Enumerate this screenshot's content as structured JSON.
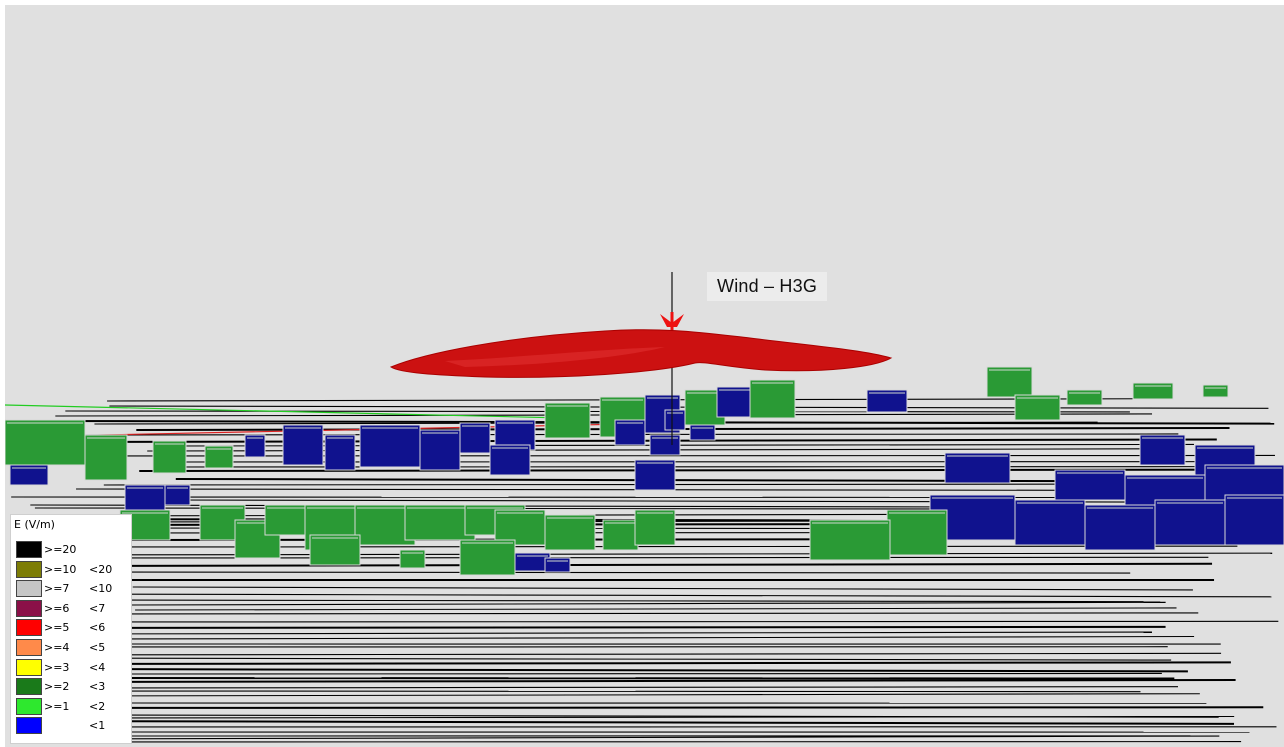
{
  "antenna": {
    "label": "Wind – H3G"
  },
  "colors": {
    "background": "#e0e0e0",
    "lobe": "#cc1111",
    "building_green": "#2a9a35",
    "building_blue": "#10128e"
  },
  "legend": {
    "title": "E (V/m)",
    "items": [
      {
        "lo": ">=20",
        "hi": "",
        "color": "#000000"
      },
      {
        "lo": ">=10",
        "hi": "<20",
        "color": "#7d7d06"
      },
      {
        "lo": ">=7",
        "hi": "<10",
        "color": "#c6c6c6"
      },
      {
        "lo": ">=6",
        "hi": "<7",
        "color": "#8b1048"
      },
      {
        "lo": ">=5",
        "hi": "<6",
        "color": "#ff0000"
      },
      {
        "lo": ">=4",
        "hi": "<5",
        "color": "#ff8a4a"
      },
      {
        "lo": ">=3",
        "hi": "<4",
        "color": "#ffff00"
      },
      {
        "lo": ">=2",
        "hi": "<3",
        "color": "#1a7a1a"
      },
      {
        "lo": ">=1",
        "hi": "<2",
        "color": "#2ee82e"
      },
      {
        "lo": "",
        "hi": "<1",
        "color": "#0000ff"
      }
    ]
  }
}
